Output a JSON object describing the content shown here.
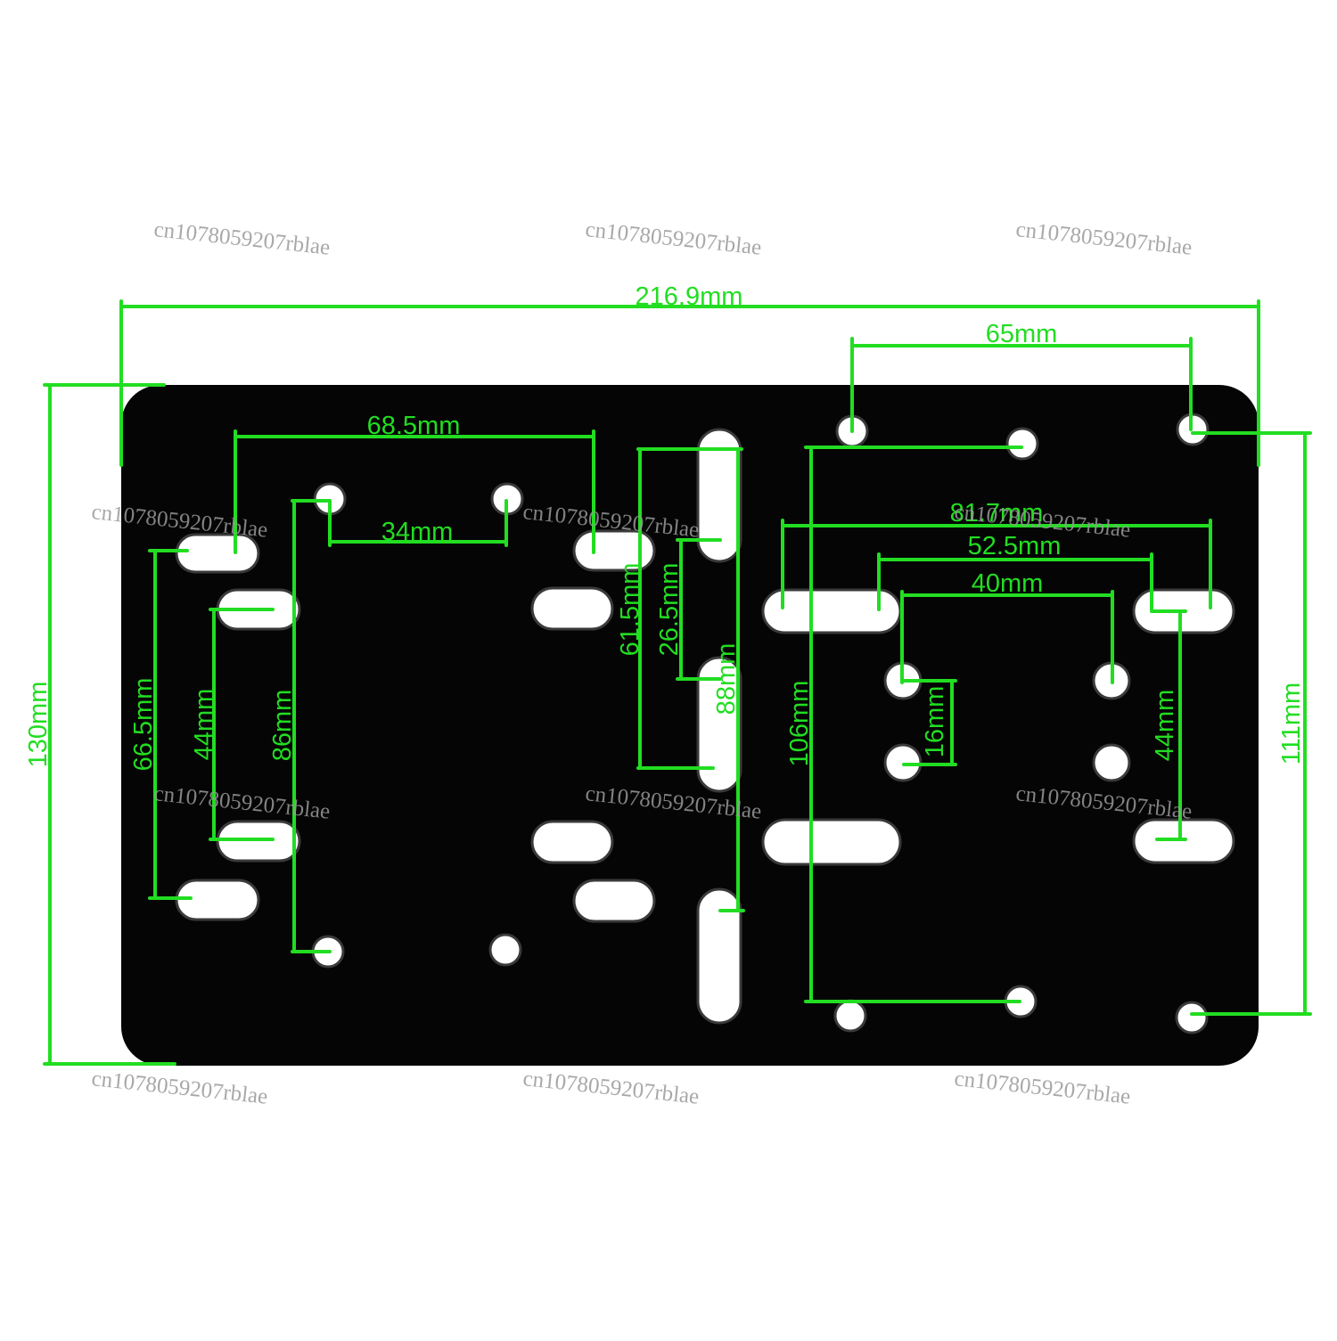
{
  "diagram": {
    "colors": {
      "plate": "#050505",
      "hole": "#ffffff",
      "dimension": "#22dd22",
      "watermark": "#9a9a9a"
    },
    "watermark_text": "cn1078059207rblae",
    "labels": {
      "overall_width": "216.9mm",
      "overall_height": "130mm",
      "spacing_65": "65mm",
      "spacing_111": "111mm",
      "spacing_68_5": "68.5mm",
      "spacing_34": "34mm",
      "spacing_66_5": "66.5mm",
      "spacing_44_left": "44mm",
      "spacing_86": "86mm",
      "spacing_61_5": "61.5mm",
      "spacing_26_5": "26.5mm",
      "spacing_88": "88mm",
      "spacing_106": "106mm",
      "spacing_81_7": "81.7mm",
      "spacing_52_5": "52.5mm",
      "spacing_40": "40mm",
      "spacing_16": "16mm",
      "spacing_44_right": "44mm"
    }
  }
}
